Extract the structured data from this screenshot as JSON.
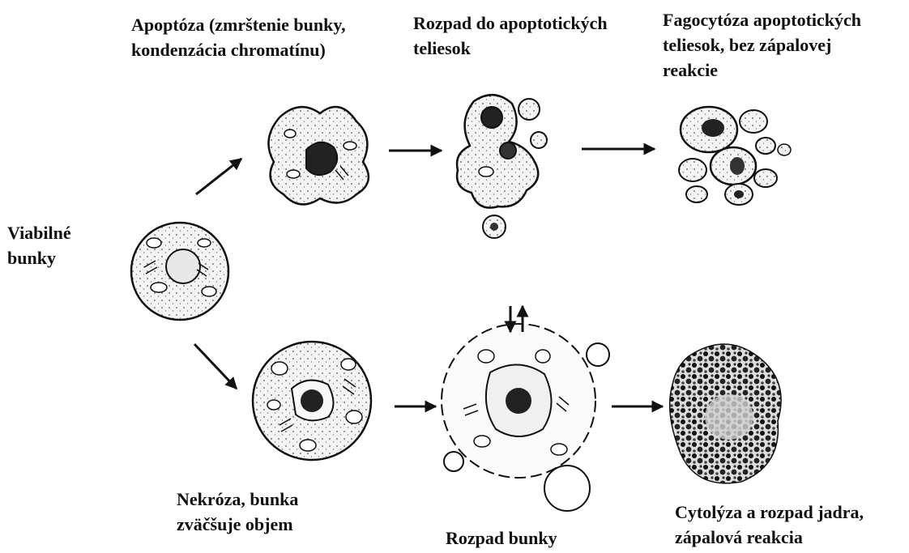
{
  "labels": {
    "viable": "Viabilné\nbunky",
    "apoptosis": "Apoptóza (zmrštenie bunky,\nkondenzácia chromatínu)",
    "breakdown_apoptotic": "Rozpad do apoptotických\nteliesok",
    "phagocytosis": "Fagocytóza apoptotických\nteliesok, bez zápalovej\nreakcie",
    "necrosis": "Nekróza, bunka\nzväčšuje objem",
    "cell_breakdown": "Rozpad bunky",
    "cytolysis": "Cytolýza a rozpad jadra,\nzápalová reakcia"
  },
  "colors": {
    "ink": "#111111",
    "cytoplasm": "#f3f3f3",
    "nucleus": "#2a2a2a"
  }
}
